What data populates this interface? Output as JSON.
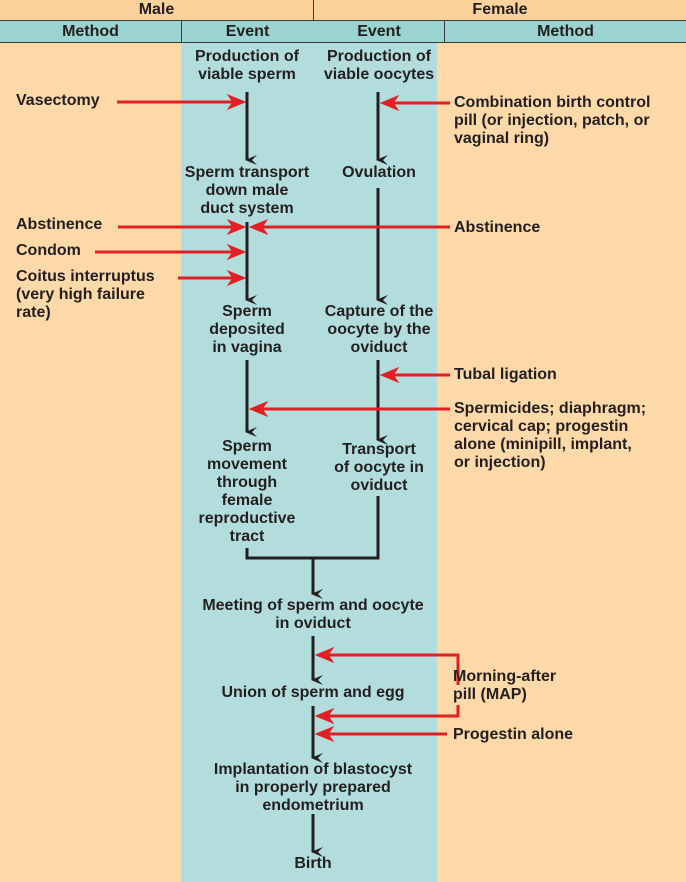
{
  "header": {
    "male": "Male",
    "female": "Female",
    "male_method": "Method",
    "male_event": "Event",
    "female_event": "Event",
    "female_method": "Method"
  },
  "colors": {
    "background": "#fdd8a8",
    "band": "#b3dddc",
    "subheader": "#9bd3d0",
    "arrow_red": "#e31e24",
    "arrow_black": "#231f20"
  },
  "events": {
    "male_1": "Production of\nviable sperm",
    "female_1": "Production of\nviable oocytes",
    "male_2": "Sperm transport\ndown male\nduct system",
    "female_2": "Ovulation",
    "male_3": "Sperm\ndeposited\nin vagina",
    "female_3": "Capture of the\noocyte by the\noviduct",
    "male_4": "Sperm\nmovement\nthrough\nfemale\nreproductive\ntract",
    "female_4": "Transport\nof oocyte in\noviduct",
    "meeting": "Meeting of sperm and oocyte\nin oviduct",
    "union": "Union of sperm and egg",
    "implantation": "Implantation of blastocyst\nin properly prepared\nendometrium",
    "birth": "Birth"
  },
  "male_methods": {
    "vasectomy": "Vasectomy",
    "abstinence": "Abstinence",
    "condom": "Condom",
    "coitus": "Coitus interruptus\n(very high failure\nrate)"
  },
  "female_methods": {
    "combination": "Combination birth control\npill (or injection, patch, or\nvaginal ring)",
    "abstinence": "Abstinence",
    "tubal": "Tubal ligation",
    "spermicides": "Spermicides; diaphragm;\ncervical cap; progestin\nalone (minipill, implant,\nor injection)",
    "map": "Morning-after\npill (MAP)",
    "progestin": "Progestin alone"
  }
}
